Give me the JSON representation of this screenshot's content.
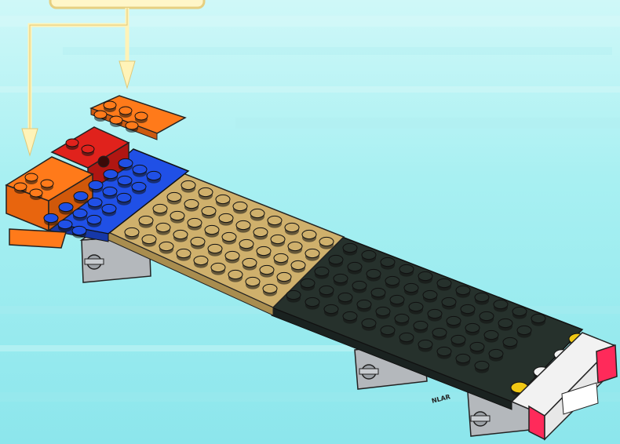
{
  "scene": {
    "description_visible": false,
    "colors": {
      "background_light": "#bff6f6",
      "background_mid": "#8fe9ee",
      "callout_line": "#fff3b8",
      "callout_outline": "#e0c878",
      "orange": "#ff7a1a",
      "red": "#e0221c",
      "blue": "#2050e6",
      "tan": "#cfb06c",
      "black": "#26312c",
      "gray": "#b4b8bc",
      "yellow": "#f0c814",
      "white": "#f2f2f2",
      "light_red": "#ff2a5a"
    },
    "icons": [
      "callout-arrow-left",
      "callout-arrow-right"
    ],
    "plate_text": "NLAR"
  }
}
